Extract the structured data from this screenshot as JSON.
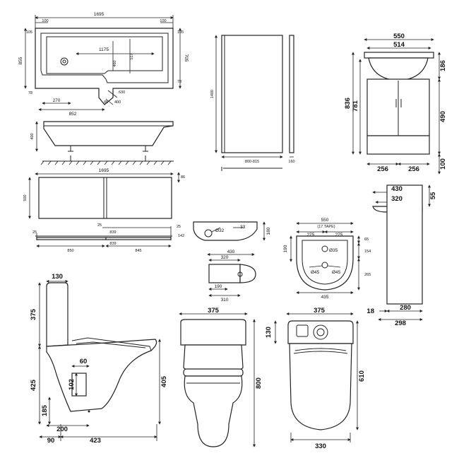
{
  "bath_plan": {
    "overall_length": "1695",
    "top_left_gap": "100",
    "top_right_gap": "100",
    "side_left_105": "105",
    "side_right_105": "105",
    "overall_width": "855",
    "depth_right": "705",
    "inner_length": "1175",
    "inner_depth_a": "460",
    "inner_depth_b": "517",
    "small_left": "78",
    "small_right": "78",
    "bottom_270": "270",
    "bottom_852": "852",
    "bottom_85": "85",
    "angle_a": "630",
    "angle_b": "400"
  },
  "bath_side": {
    "height": "400"
  },
  "bath_panel": {
    "length": "1695",
    "height": "500",
    "offset": "86",
    "end_25_left": "25",
    "end_25_right": "25",
    "thick_25": "25",
    "panel_839_a": "839",
    "panel_839_b": "839",
    "panel_142": "142",
    "panel_850": "850",
    "panel_845": "845"
  },
  "screen": {
    "height": "1400",
    "width": "800-815",
    "depth": "160"
  },
  "vanity": {
    "width_550": "550",
    "width_514": "514",
    "height_836": "836",
    "height_781": "781",
    "basin_186": "186",
    "cabinet_490": "490",
    "plinth_100": "100",
    "split_left": "256",
    "split_right": "256"
  },
  "basin_top": {
    "d32": "Ø32",
    "w33": "33",
    "h180": "180",
    "w430": "430",
    "w320": "320",
    "w190": "190",
    "w310": "310"
  },
  "ped_basin": {
    "w550": "550",
    "note": "(17 TAPE)",
    "w275a": "275",
    "w275b": "275",
    "h65": "65",
    "h190": "190",
    "d35": "Ø35",
    "h154": "154",
    "d45a": "Ø45",
    "d45b": "Ø45",
    "h265": "265",
    "w435": "435"
  },
  "pedestal_side": {
    "w430": "430",
    "w320": "320",
    "h55": "55",
    "w18": "18",
    "w280": "280",
    "w298": "298"
  },
  "wc_side": {
    "w130": "130",
    "h375": "375",
    "h425": "425",
    "h60": "60",
    "h102": "102",
    "h185": "185",
    "w200": "200",
    "w90": "90",
    "w423": "423",
    "h405": "405"
  },
  "wc_front": {
    "w375": "375",
    "h800": "800"
  },
  "wc_top": {
    "w375": "375",
    "h130": "130",
    "h610": "610",
    "w330": "330"
  }
}
